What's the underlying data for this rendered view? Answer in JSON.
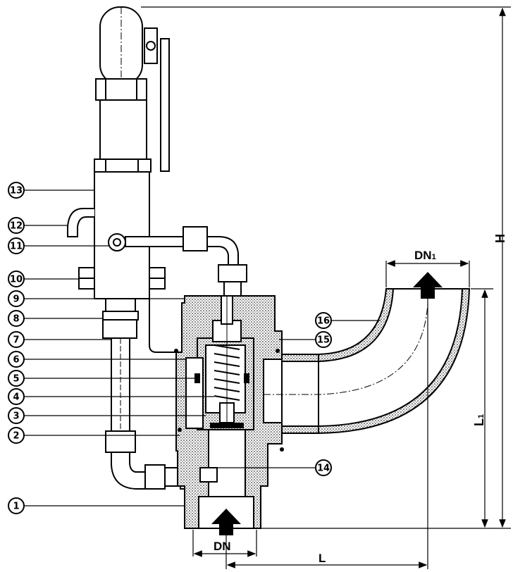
{
  "callouts": [
    {
      "id": "1",
      "label": "1"
    },
    {
      "id": "2",
      "label": "2"
    },
    {
      "id": "3",
      "label": "3"
    },
    {
      "id": "4",
      "label": "4"
    },
    {
      "id": "5",
      "label": "5"
    },
    {
      "id": "6",
      "label": "6"
    },
    {
      "id": "7",
      "label": "7"
    },
    {
      "id": "8",
      "label": "8"
    },
    {
      "id": "9",
      "label": "9"
    },
    {
      "id": "10",
      "label": "10"
    },
    {
      "id": "11",
      "label": "11"
    },
    {
      "id": "12",
      "label": "12"
    },
    {
      "id": "13",
      "label": "13"
    },
    {
      "id": "14",
      "label": "14"
    },
    {
      "id": "15",
      "label": "15"
    },
    {
      "id": "16",
      "label": "16"
    }
  ],
  "dimensions": {
    "inlet_diameter": "DN",
    "outlet_diameter": "DN",
    "outlet_subscript": "1",
    "height": "H",
    "length": "L",
    "length_outlet": "L",
    "length_outlet_subscript": "1"
  },
  "colors": {
    "line": "#000000",
    "hatch": "#000000",
    "background": "#ffffff"
  }
}
